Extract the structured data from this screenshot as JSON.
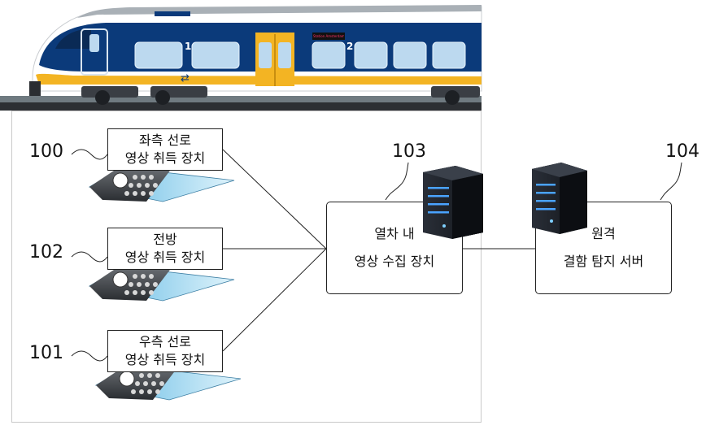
{
  "diagram": {
    "left_device": {
      "ref": "100",
      "line1": "좌측 선로",
      "line2": "영상 취득 장치"
    },
    "front_device": {
      "ref": "102",
      "line1": "전방",
      "line2": "영상 취득 장치"
    },
    "right_device": {
      "ref": "101",
      "line1": "우측 선로",
      "line2": "영상 취득 장치"
    },
    "collector": {
      "ref": "103",
      "line1": "열차 내",
      "line2": "영상 수집 장치"
    },
    "server": {
      "ref": "104",
      "line1": "원격",
      "line2": "결함 탐지 서버"
    },
    "train": {
      "car_number_1": "1",
      "car_number_2": "2",
      "destination_sign": "Station Amsterdam"
    }
  },
  "colors": {
    "train_blue": "#0b3a7a",
    "train_yellow": "#f3b423",
    "window_blue": "#bcd9ef",
    "lens_blue": "#8fd0ee",
    "server_dark": "#1a1d24",
    "server_light_blue": "#4aa3ff"
  }
}
